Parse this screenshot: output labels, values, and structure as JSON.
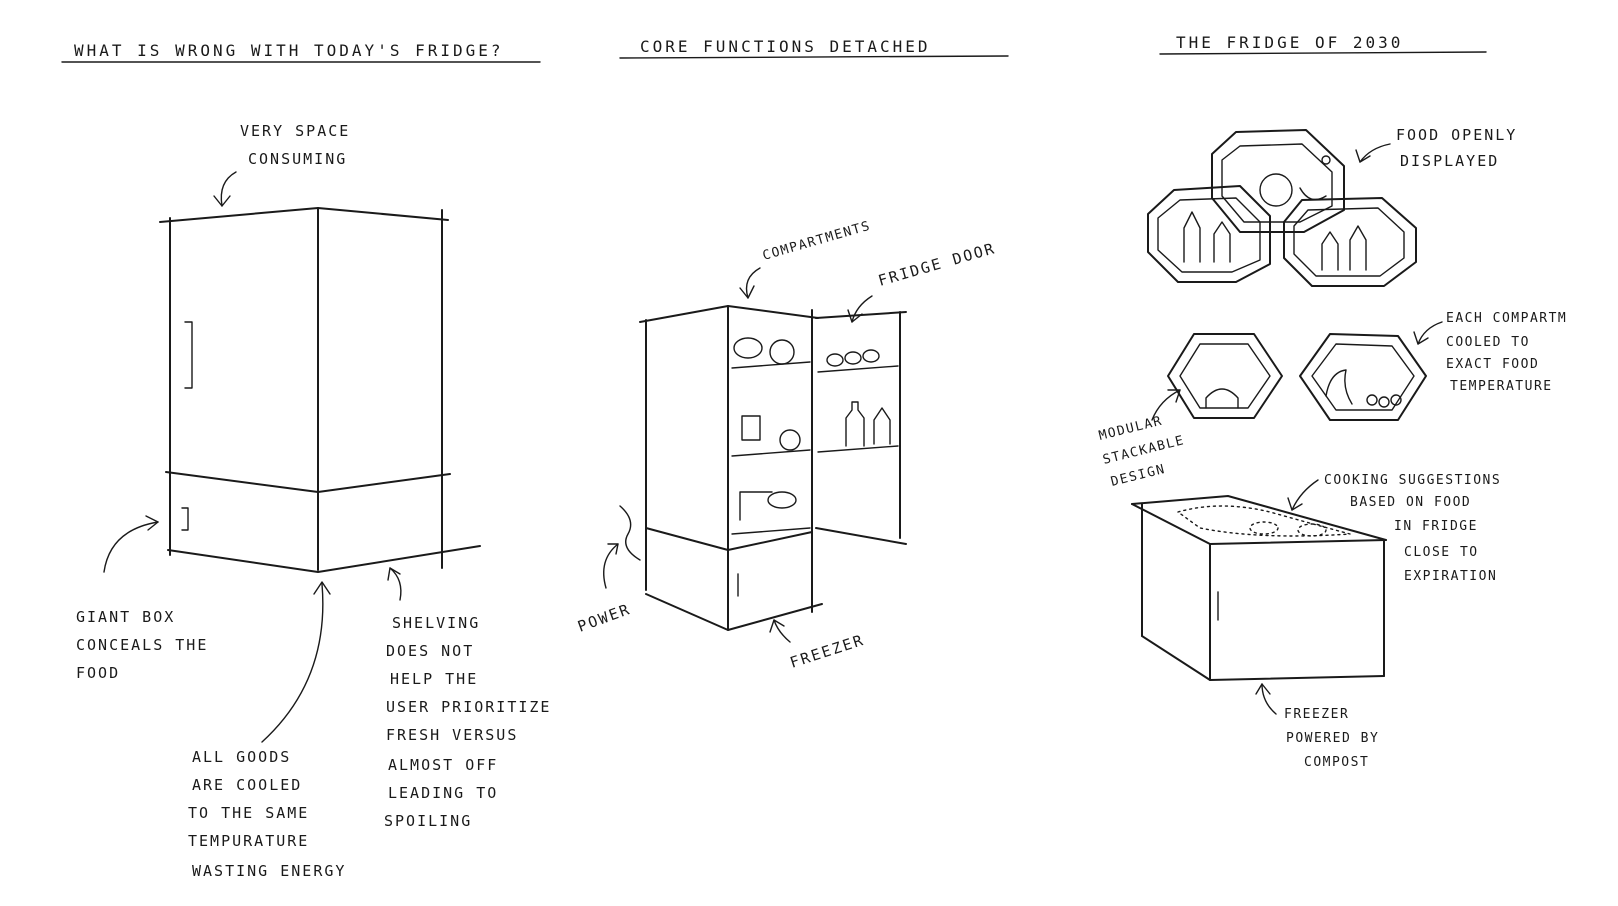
{
  "titles": {
    "problem": "WHAT IS WRONG WITH TODAY'S FRIDGE?",
    "core": "CORE FUNCTIONS DETACHED",
    "future": "THE FRIDGE OF 2030"
  },
  "problem_notes": {
    "space": [
      "VERY SPACE",
      "CONSUMING"
    ],
    "box": [
      "GIANT BOX",
      "CONCEALS THE",
      "FOOD"
    ],
    "cooling": [
      "ALL GOODS",
      "ARE COOLED",
      "TO THE SAME",
      "TEMPURATURE",
      "WASTING ENERGY"
    ],
    "shelving": [
      "SHELVING",
      "DOES NOT",
      "HELP THE",
      "USER PRIORITIZE",
      "FRESH VERSUS",
      "ALMOST OFF",
      "LEADING TO",
      "SPOILING"
    ]
  },
  "core_notes": {
    "compartments": "COMPARTMENTS",
    "door": "FRIDGE DOOR",
    "power": "POWER",
    "freezer": "FREEZER"
  },
  "future_notes": {
    "display": [
      "FOOD OPENLY",
      "DISPLAYED"
    ],
    "cooled": [
      "EACH COMPARTM",
      "COOLED TO",
      "EXACT FOOD",
      "TEMPERATURE"
    ],
    "modular": [
      "MODULAR",
      "STACKABLE",
      "DESIGN"
    ],
    "cooking": [
      "COOKING SUGGESTIONS",
      "BASED ON FOOD",
      "IN FRIDGE",
      "CLOSE TO",
      "EXPIRATION"
    ],
    "compost": [
      "FREEZER",
      "POWERED BY",
      "COMPOST"
    ]
  }
}
